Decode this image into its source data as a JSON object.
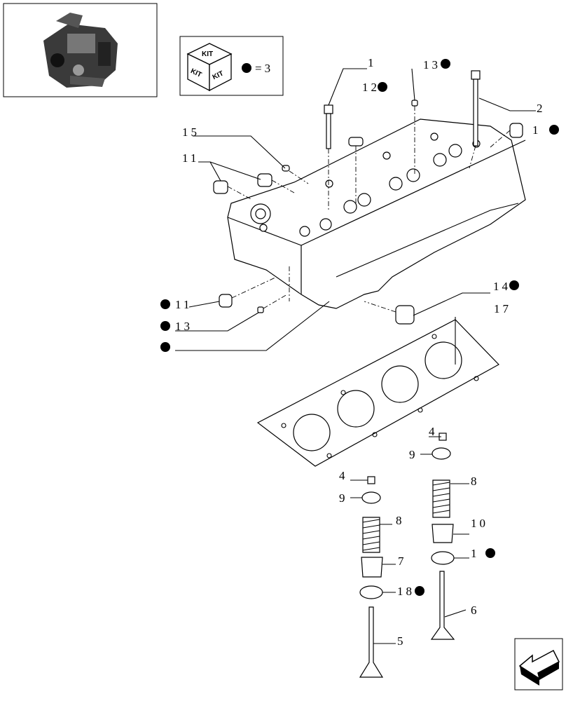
{
  "kit_legend": {
    "line1": "KIT",
    "line2": "KIT",
    "line3": "KIT",
    "equals": "=3"
  },
  "labels": {
    "c1": "1",
    "c2": "2",
    "c12": "12",
    "c13": "13",
    "c1b": "1",
    "c15": "15",
    "c11": "11",
    "c11b": "11",
    "c13b": "13",
    "c14": "14",
    "c17": "17",
    "c4a": "4",
    "c9a": "9",
    "c8a": "8",
    "c10": "10",
    "c1c": "1",
    "c6": "6",
    "c4b": "4",
    "c9b": "9",
    "c8b": "8",
    "c7": "7",
    "c18": "18",
    "c5": "5"
  },
  "icons": {
    "thumbnail": "engine-thumbnail-icon",
    "kit": "kit-box-icon",
    "nav": "navigation-arrow-icon",
    "marker": "black-dot-marker"
  }
}
